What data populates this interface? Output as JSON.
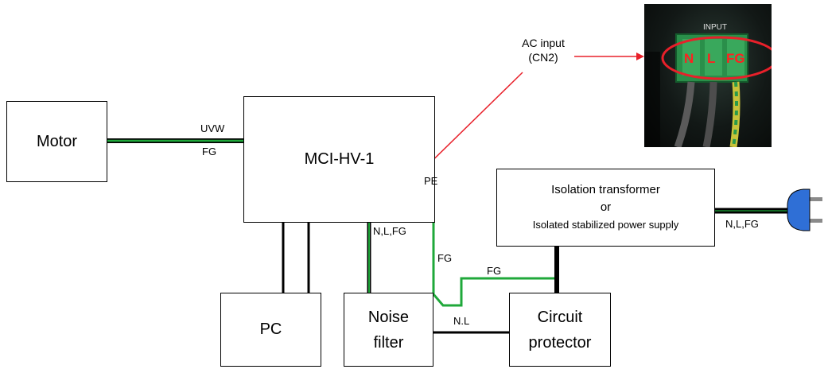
{
  "blocks": {
    "motor": "Motor",
    "controller": "MCI-HV-1",
    "pc": "PC",
    "noise_filter": [
      "Noise",
      "filter"
    ],
    "circuit_protector": [
      "Circuit",
      "protector"
    ],
    "isolation": {
      "line1": "Isolation transformer",
      "line2": "or",
      "line3": "Isolated stabilized power supply"
    }
  },
  "wire_labels": {
    "uvw": "UVW",
    "fg_motor": "FG",
    "pe": "PE",
    "nlfg_controller": "N,L,FG",
    "fg_vertical": "FG",
    "fg_horizontal": "FG",
    "nl_filter": "N.L",
    "nlfg_plug": "N,L,FG"
  },
  "callout": {
    "line1": "AC input",
    "line2": "(CN2)"
  },
  "photo": {
    "header": "INPUT",
    "terminals": [
      "N",
      "L",
      "FG"
    ]
  },
  "colors": {
    "wire_black": "#000000",
    "wire_green": "#1fa83a",
    "arrow_red": "#e8202a",
    "plug_blue": "#2f6fd6"
  }
}
